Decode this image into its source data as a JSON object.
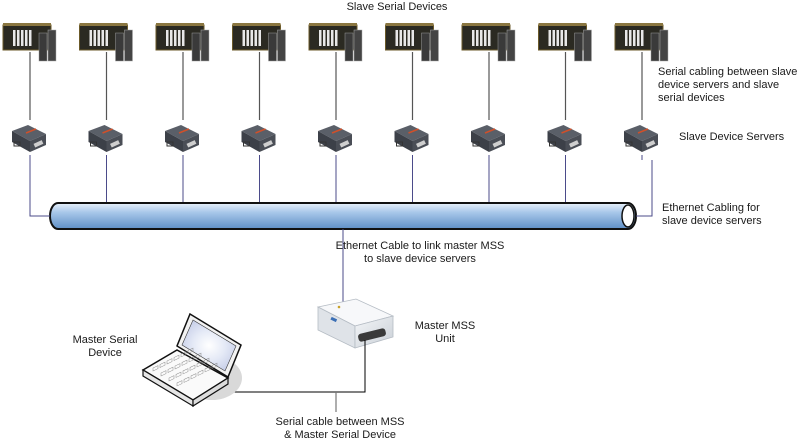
{
  "title": "Slave Serial Devices",
  "labels": {
    "slave_serial_devices": "Slave Serial Devices",
    "serial_cabling": "Serial cabling between slave\ndevice servers and slave\nserial devices",
    "slave_device_servers": "Slave Device Servers",
    "ethernet_cabling": "Ethernet Cabling for\nslave device servers",
    "ethernet_cable_link": "Ethernet Cable to link master MSS\nto slave device servers",
    "master_mss_unit": "Master MSS\nUnit",
    "master_serial_device": "Master Serial\nDevice",
    "serial_cable_mss": "Serial cable between MSS\n& Master Serial Device"
  },
  "slave_count": 9,
  "icons": {
    "slave_device": "plc-rack-icon",
    "device_server": "device-server-icon",
    "master_unit": "mss-unit-icon",
    "master_device": "laptop-icon",
    "backbone": "ethernet-bus-cylinder"
  },
  "colors": {
    "bus_light": "#d6e6f7",
    "bus_dark": "#6d9bcf",
    "ethernet_line": "#4b4b8a",
    "serial_line": "#555555",
    "master_serial_line": "#000000"
  }
}
